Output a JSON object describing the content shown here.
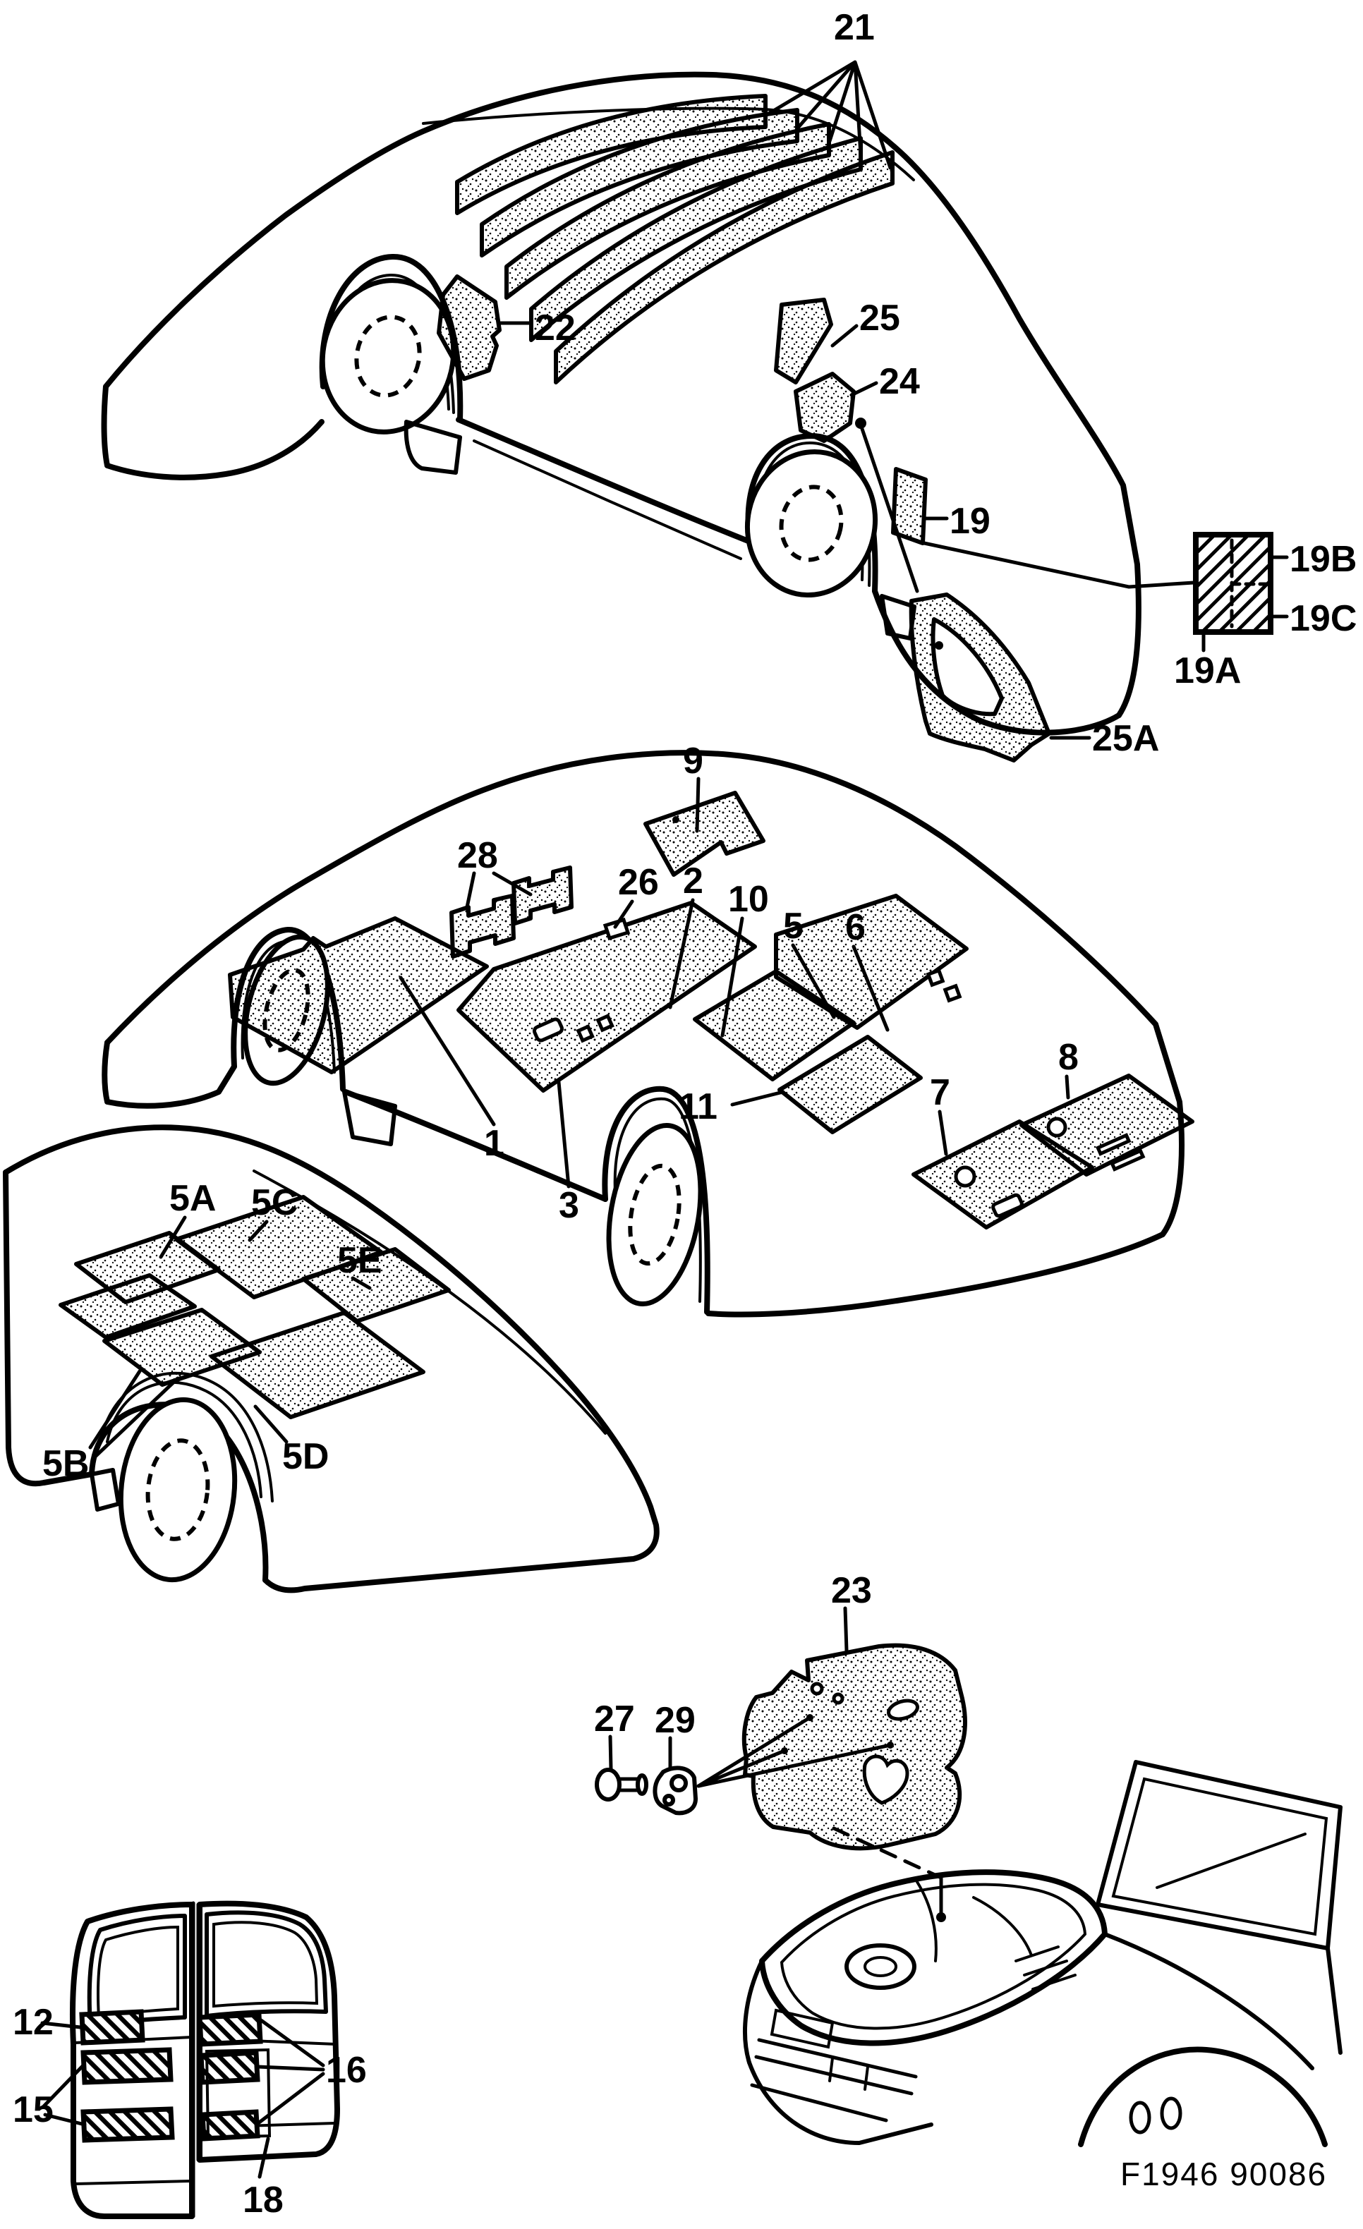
{
  "figure": {
    "number": "F1946 90086",
    "colors": {
      "ink": "#000000",
      "paper": "#ffffff"
    },
    "callouts": {
      "c21": "21",
      "c22": "22",
      "c25": "25",
      "c24": "24",
      "c19": "19",
      "c19B": "19B",
      "c19C": "19C",
      "c19A": "19A",
      "c25A": "25A",
      "c9": "9",
      "c28": "28",
      "c26": "26",
      "c2": "2",
      "c10": "10",
      "c5": "5",
      "c6": "6",
      "c1": "1",
      "c3": "3",
      "c11": "11",
      "c7": "7",
      "c8": "8",
      "c5A": "5A",
      "c5C": "5C",
      "c5E": "5E",
      "c5B": "5B",
      "c5D": "5D",
      "c23": "23",
      "c27": "27",
      "c29": "29",
      "c12": "12",
      "c15": "15",
      "c16": "16",
      "c18": "18"
    }
  }
}
